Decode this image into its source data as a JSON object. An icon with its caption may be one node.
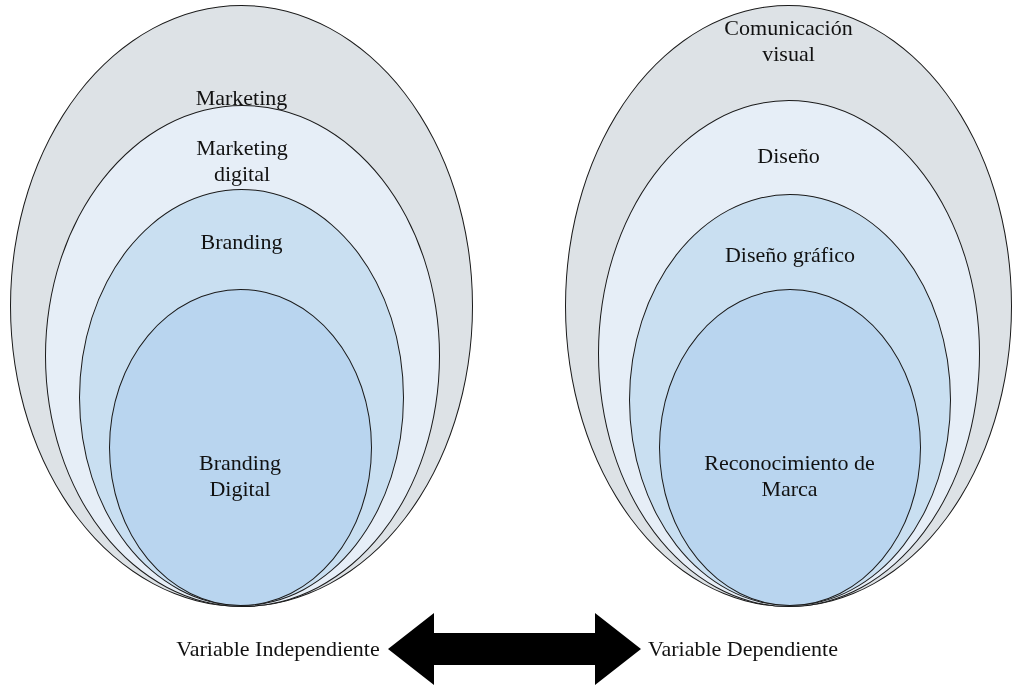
{
  "diagram": {
    "nodes": [
      {
        "text": [
          "Marketing"
        ]
      },
      {
        "text": [
          "Marketing digital"
        ],
        "in": 0
      },
      {
        "text": [
          "Branding"
        ],
        "in": 1
      },
      {
        "text": [
          "Branding Digital"
        ],
        "in": 2
      },
      {
        "text": [
          "Comunicación visual"
        ]
      },
      {
        "text": [
          "Diseño"
        ],
        "in": 4
      },
      {
        "text": [
          "Diseño gráfico"
        ],
        "in": 5
      },
      {
        "text": [
          "Reconocimiento de Marca"
        ],
        "in": 6
      },
      {
        "text": [
          "Variable Independiente"
        ]
      },
      {
        "text": [
          "Variable Dependiente"
        ]
      }
    ],
    "edges": [
      {
        "from": 8,
        "to": 9,
        "arrow": "both",
        "style": "thick"
      }
    ]
  }
}
